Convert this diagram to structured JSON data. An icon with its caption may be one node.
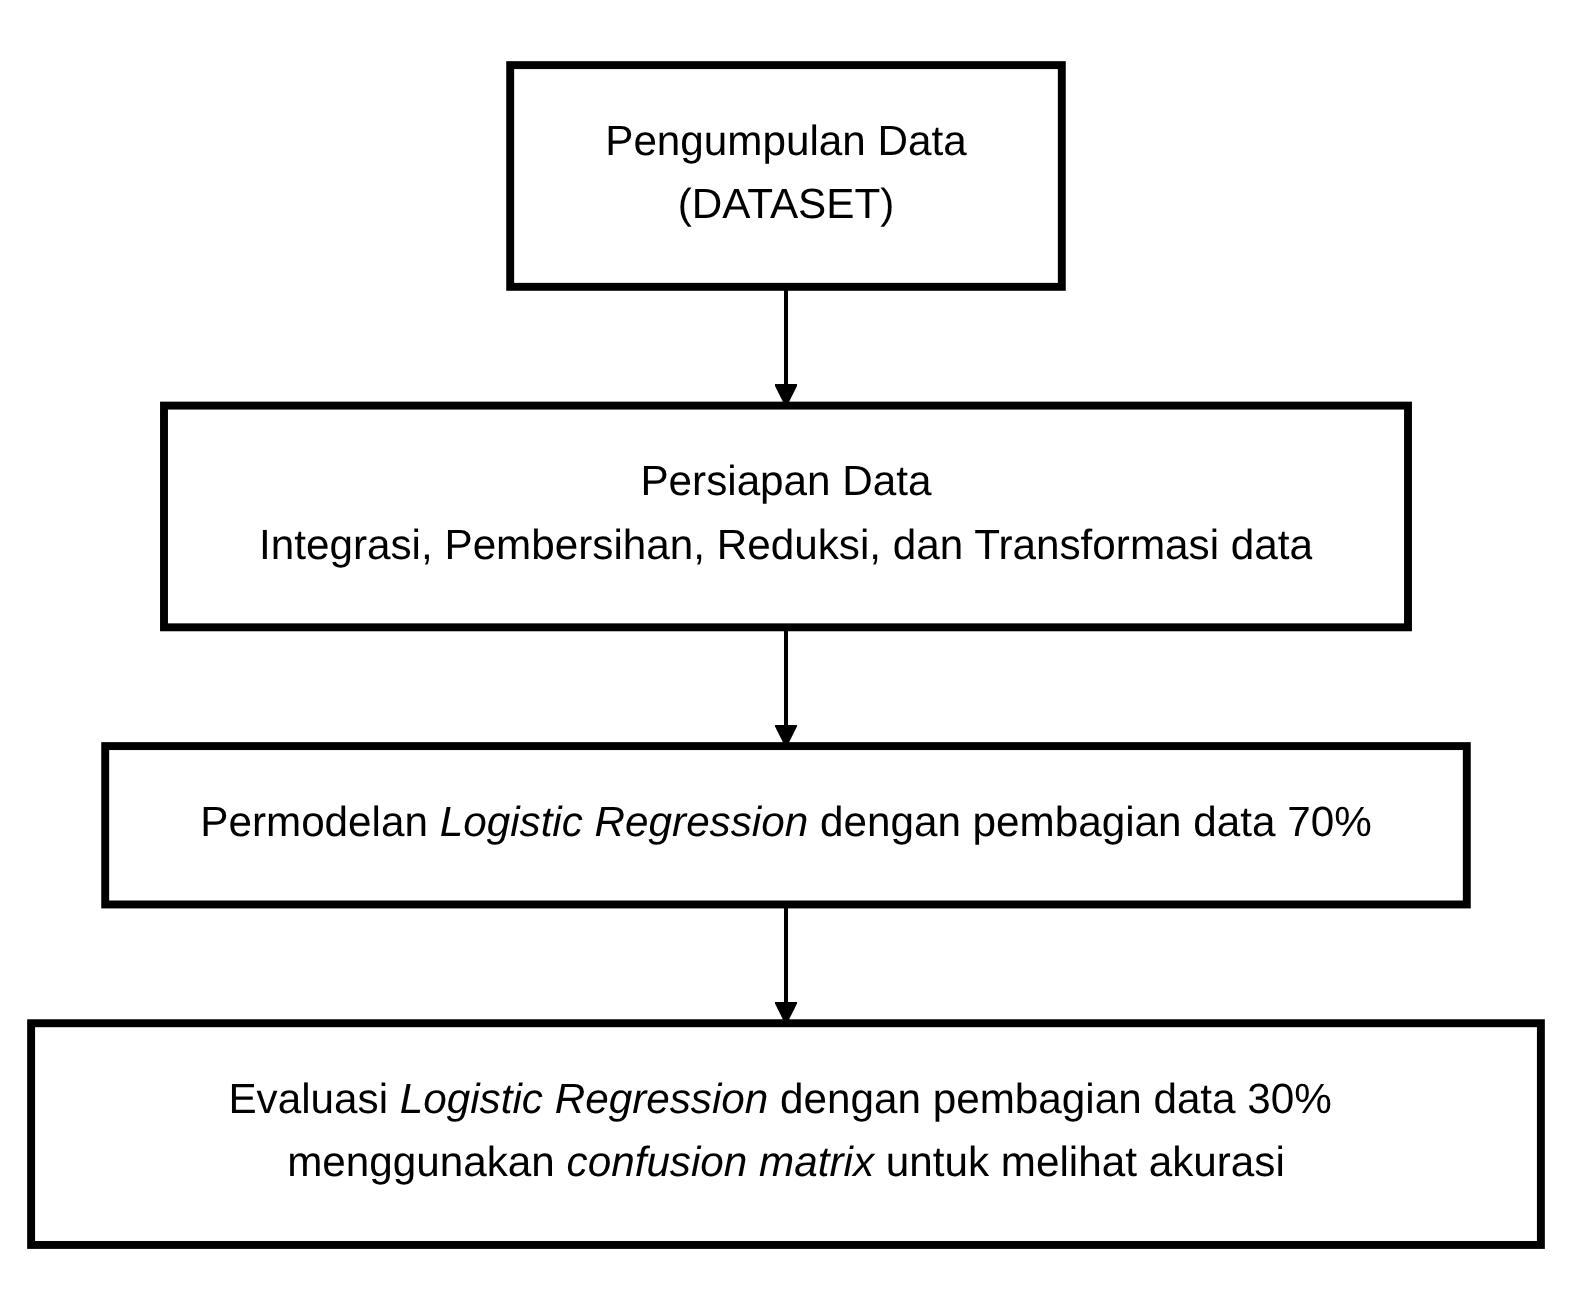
{
  "diagram": {
    "nodes": [
      {
        "text": [
          "Pengumpulan Data",
          "(DATASET)"
        ]
      },
      {
        "text": [
          "Persiapan Data",
          "Integrasi, Pembersihan, Reduksi, dan Transformasi data"
        ]
      },
      {
        "text": [
          "Permodelan *Logistic Regression* dengan pembagian data 70%"
        ]
      },
      {
        "text": [
          "Evaluasi *Logistic Regression* dengan pembagian data 30% menggunakan *confusion matrix* untuk melihat akurasi"
        ]
      }
    ],
    "edges": [
      {
        "from": 0,
        "to": 1,
        "arrow": "to"
      },
      {
        "from": 1,
        "to": 2,
        "arrow": "to"
      },
      {
        "from": 2,
        "to": 3,
        "arrow": "to"
      }
    ]
  }
}
